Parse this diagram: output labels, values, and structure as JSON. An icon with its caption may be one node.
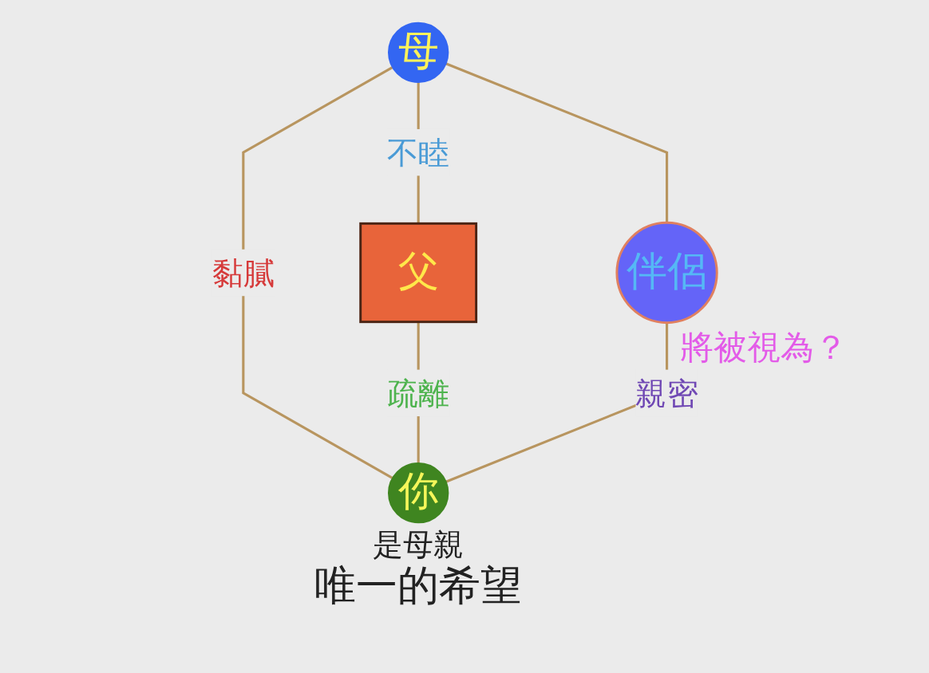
{
  "diagram": {
    "nodes": [
      {
        "text": [
          "母"
        ]
      },
      {
        "text": [
          "父"
        ]
      },
      {
        "text": [
          "伴侶"
        ],
        "beside": [
          "將被視為？"
        ]
      },
      {
        "text": [
          "你"
        ],
        "beside": [
          "是母親",
          "唯一的希望"
        ]
      }
    ],
    "edges": [
      {
        "from": 0,
        "to": 1,
        "arrow": "none",
        "label": "不睦"
      },
      {
        "from": 0,
        "to": 3,
        "arrow": "none",
        "label": "黏膩"
      },
      {
        "from": 1,
        "to": 3,
        "arrow": "none",
        "label": "疏離"
      },
      {
        "from": 0,
        "to": 2,
        "arrow": "none"
      },
      {
        "from": 2,
        "to": 3,
        "arrow": "none",
        "label": "親密"
      }
    ]
  }
}
